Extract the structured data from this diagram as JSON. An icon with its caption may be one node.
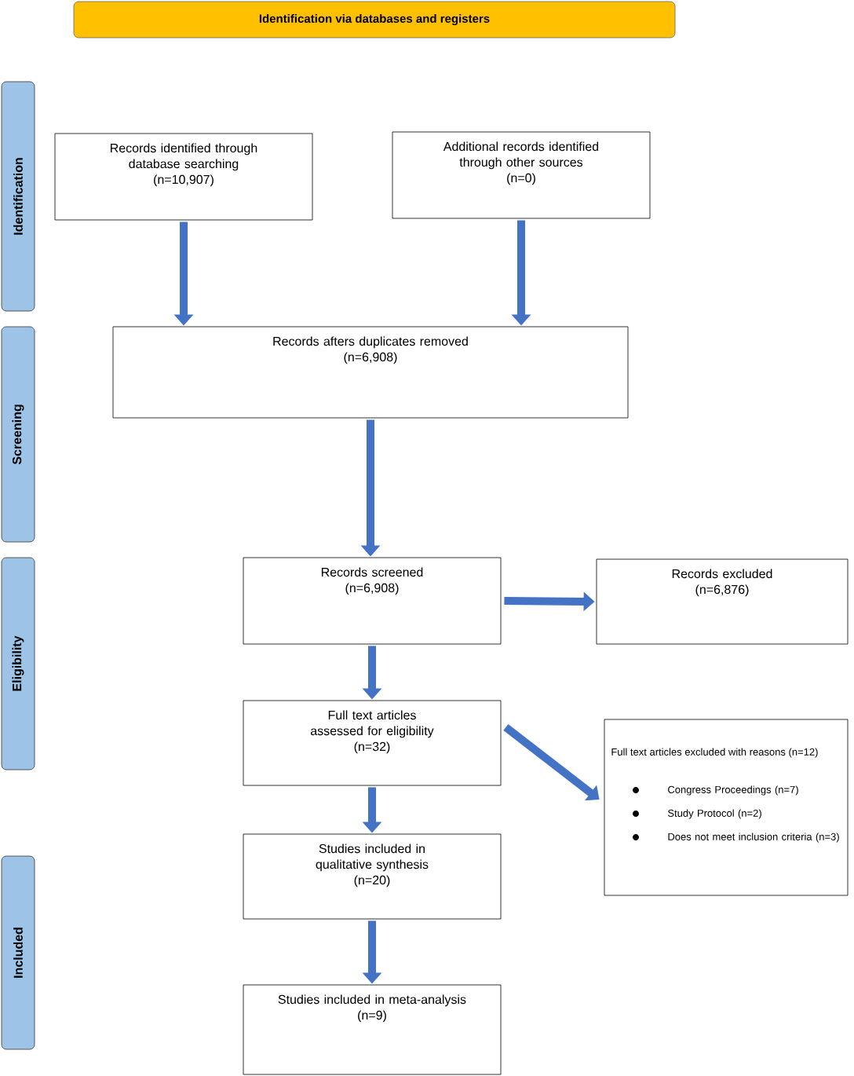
{
  "diagram": {
    "nodes": [
      {
        "text": [
          "Identification via databases and registers"
        ]
      },
      {
        "text": [
          "Identification"
        ]
      },
      {
        "text": [
          "Screening"
        ]
      },
      {
        "text": [
          "Eligibility"
        ]
      },
      {
        "text": [
          "Included"
        ]
      },
      {
        "text": [
          "Records identified through database searching",
          "(n=10,907)"
        ]
      },
      {
        "text": [
          "Additional records identified through other sources",
          "(n=0)"
        ]
      },
      {
        "text": [
          "Records afters duplicates removed",
          "(n=6,908)"
        ]
      },
      {
        "text": [
          "Records screened",
          "(n=6,908)"
        ]
      },
      {
        "text": [
          "Records excluded",
          "(n=6,876)"
        ]
      },
      {
        "text": [
          "Full text articles assessed for eligibility",
          "(n=32)"
        ]
      },
      {
        "text": [
          "Full text articles excluded with reasons (n=12)",
          "Congress Proceedings (n=7)",
          "Study Protocol (n=2)",
          "Does not meet inclusion criteria (n=3)"
        ]
      },
      {
        "text": [
          "Studies included in qualitative synthesis",
          "(n=20)"
        ]
      },
      {
        "text": [
          "Studies included in meta-analysis",
          "(n=9)"
        ]
      }
    ],
    "edges": [
      {
        "from": 5,
        "to": 7,
        "arrow": "to"
      },
      {
        "from": 6,
        "to": 7,
        "arrow": "to"
      },
      {
        "from": 7,
        "to": 8,
        "arrow": "to"
      },
      {
        "from": 8,
        "to": 9,
        "arrow": "to"
      },
      {
        "from": 8,
        "to": 10,
        "arrow": "to"
      },
      {
        "from": 10,
        "to": 11,
        "arrow": "to"
      },
      {
        "from": 10,
        "to": 12,
        "arrow": "to"
      },
      {
        "from": 12,
        "to": 13,
        "arrow": "to"
      }
    ]
  }
}
